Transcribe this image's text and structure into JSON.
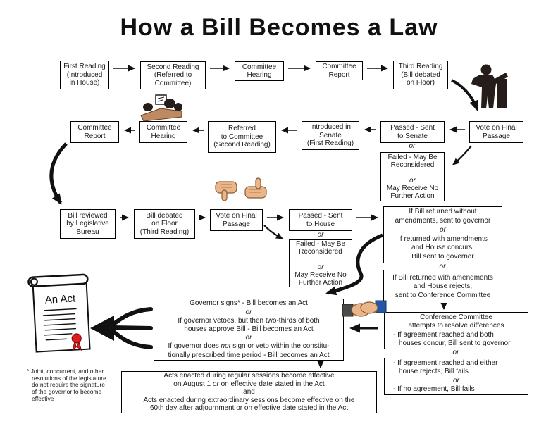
{
  "title": "How a Bill Becomes a Law",
  "labels": {
    "or": "or"
  },
  "nodes": {
    "first_reading": {
      "lines": [
        "First Reading",
        "(Introduced",
        "in House)"
      ]
    },
    "second_reading": {
      "lines": [
        "Second Reading",
        "(Referred to",
        "Committee)"
      ]
    },
    "committee_hearing_house": {
      "lines": [
        "Committee",
        "Hearing"
      ]
    },
    "committee_report_house": {
      "lines": [
        "Committee",
        "Report"
      ]
    },
    "third_reading": {
      "lines": [
        "Third Reading",
        "(Bill debated",
        "on Floor)"
      ]
    },
    "vote_final_house": {
      "lines": [
        "Vote on Final",
        "Passage"
      ]
    },
    "passed_senate": {
      "lines": [
        "Passed - Sent",
        "to Senate"
      ]
    },
    "failed_senate": {
      "lines": [
        "Failed - May Be",
        "Reconsidered",
        "",
        {
          "i": "or"
        },
        "May Receive No",
        "Further Action"
      ]
    },
    "introduced_senate": {
      "lines": [
        "Introduced in",
        "Senate",
        "(First Reading)"
      ]
    },
    "referred_committee": {
      "lines": [
        "Referred",
        "to Committee",
        "(Second Reading)"
      ]
    },
    "committee_hearing_senate": {
      "lines": [
        "Committee",
        "Hearing"
      ]
    },
    "committee_report_senate": {
      "lines": [
        "Committee",
        "Report"
      ]
    },
    "bill_reviewed": {
      "lines": [
        "Bill reviewed",
        "by Legislative",
        "Bureau"
      ]
    },
    "bill_debated": {
      "lines": [
        "Bill debated",
        "on Floor",
        "(Third Reading)"
      ]
    },
    "vote_final_senate": {
      "lines": [
        "Vote on Final",
        "Passage"
      ]
    },
    "passed_house": {
      "lines": [
        "Passed - Sent",
        "to House"
      ]
    },
    "failed_house": {
      "lines": [
        "Failed - May Be",
        "Reconsidered",
        "",
        {
          "i": "or"
        },
        "May Receive No",
        "Further Action"
      ]
    },
    "returned_governor": {
      "lines": [
        "If Bill returned without",
        "amendments, sent to governor",
        {
          "i": "or"
        },
        "If returned with amendments",
        "and House concurs,",
        "Bill sent to governor"
      ]
    },
    "returned_conference": {
      "lines": [
        "If Bill returned with amendments",
        "and House rejects,",
        "sent to Conference Committee"
      ]
    },
    "conference_committee": {
      "line1": "Conference Committee",
      "line2": "attempts to resolve differences",
      "bullet1": "- If agreement reached and both",
      "bullet1_cont": "houses concur, Bill sent to governor"
    },
    "conference_result": {
      "bullet1": "- If agreement reached and either",
      "bullet1_cont": "house rejects, Bill fails",
      "bullet2": "- If no agreement, Bill fails"
    },
    "governor": {
      "lines": [
        "Governor signs* - Bill becomes an Act",
        {
          "i": "or"
        },
        "If governor vetoes, but then two-thirds of both",
        "houses approve Bill - Bill becomes an Act",
        {
          "i": "or"
        },
        [
          "If governor does ",
          {
            "i": "not"
          },
          " sign or veto within the constitu-"
        ],
        "tionally prescribed time period - Bill becomes an Act"
      ]
    },
    "effective": {
      "lines": [
        "Acts enacted during regular sessions become effective",
        [
          "on August 1 ",
          {
            "i": "or"
          },
          " on effective date stated in the Act"
        ],
        "and",
        "Acts enacted during extraordinary sessions become effective on the",
        "60th day after adjournment or on effective date stated in the Act"
      ]
    }
  },
  "footnote": {
    "lines": [
      "* Joint, concurrent, and other",
      "resolutions of the legislature",
      "do not require the signature",
      "of the governor to become",
      "effective"
    ]
  },
  "scroll": {
    "label": "An Act"
  },
  "icons": {
    "speaker_podium": "speaker-at-podium-icon",
    "committee_meeting": "committee-meeting-icon",
    "vote_thumbs": "thumbs-up-down-icon",
    "handshake": "handshake-icon",
    "act_scroll": "act-scroll-icon"
  },
  "colors": {
    "background": "#ffffff",
    "box_border": "#000000",
    "line": "#111111",
    "skin": "#eab588",
    "desk": "#bf8a62",
    "silhouette": "#241d1a",
    "sleeve_left": "#4a4a48",
    "sleeve_right": "#2456a8",
    "seal": "#e01c1c"
  }
}
